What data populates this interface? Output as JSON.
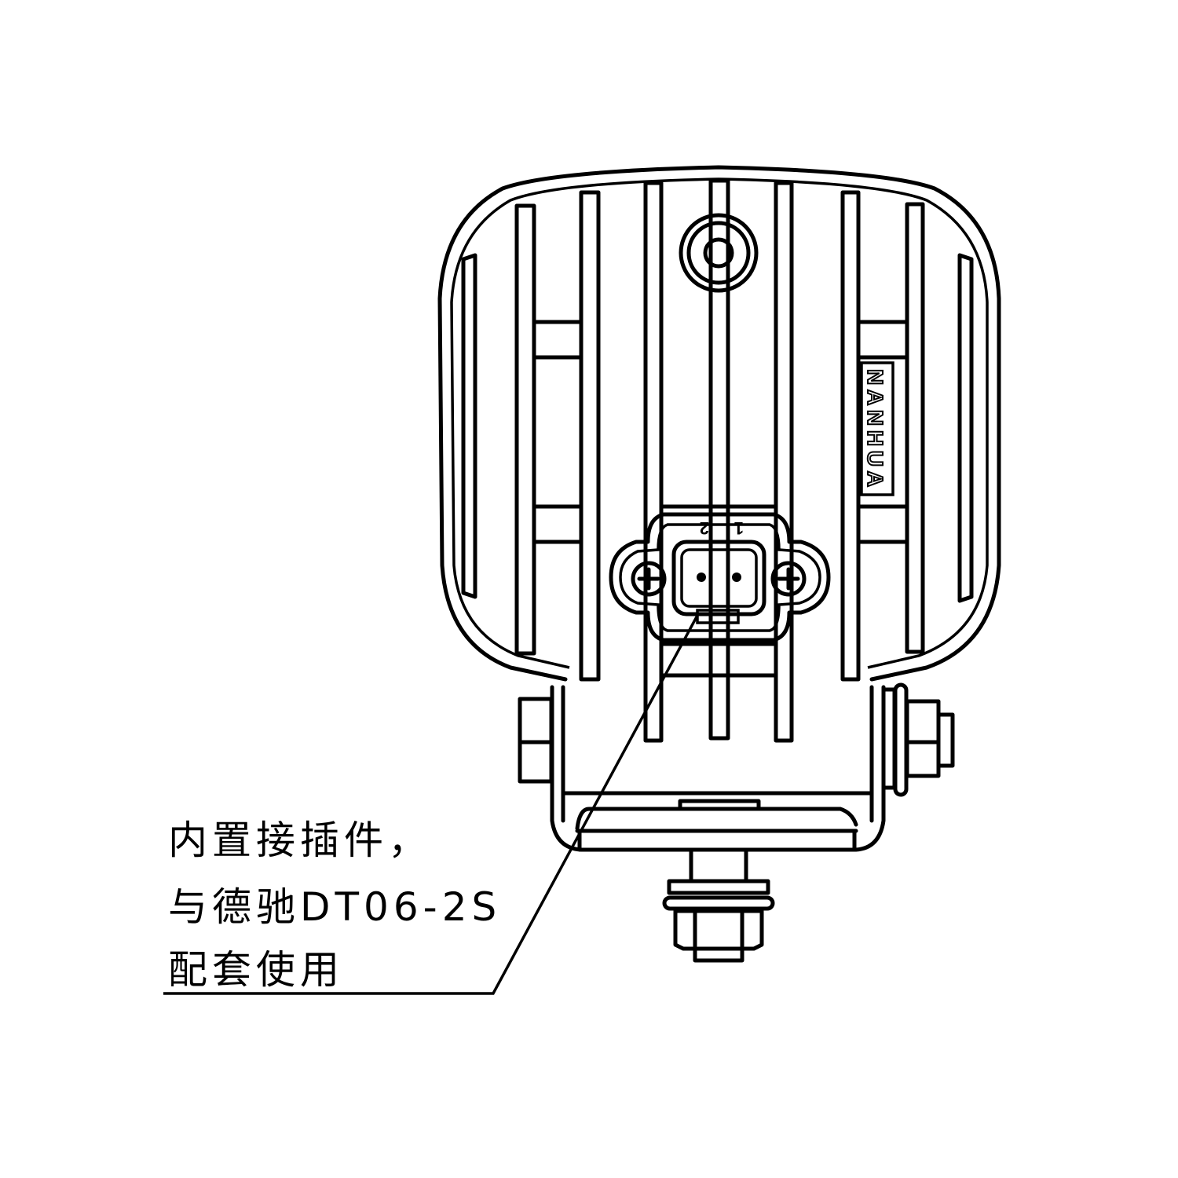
{
  "drawing": {
    "brand_logo": "NANHUA",
    "pin_labels": [
      "2",
      "1"
    ]
  },
  "annotation": {
    "lines": [
      "内置接插件，",
      "与德驰DT06-2S",
      "配套使用"
    ]
  },
  "colors": {
    "line": "#000000",
    "background": "#ffffff"
  }
}
